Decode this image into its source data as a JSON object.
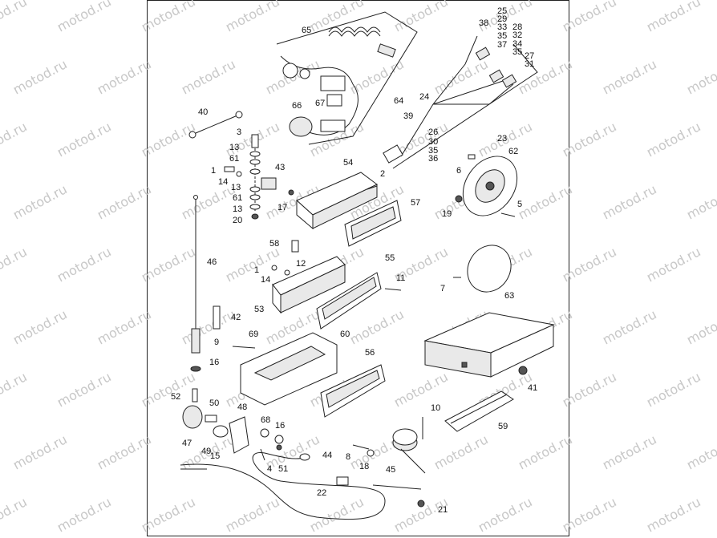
{
  "watermark": "motod.ru",
  "callouts": [
    {
      "id": "c65",
      "text": "65"
    },
    {
      "id": "c38",
      "text": "38"
    },
    {
      "id": "c25",
      "text": "25"
    },
    {
      "id": "c29",
      "text": "29"
    },
    {
      "id": "c33",
      "text": "33"
    },
    {
      "id": "c28",
      "text": "28"
    },
    {
      "id": "c35a",
      "text": "35"
    },
    {
      "id": "c32",
      "text": "32"
    },
    {
      "id": "c37",
      "text": "37"
    },
    {
      "id": "c34",
      "text": "34"
    },
    {
      "id": "c35b",
      "text": "35"
    },
    {
      "id": "c27",
      "text": "27"
    },
    {
      "id": "c31",
      "text": "31"
    },
    {
      "id": "c67",
      "text": "67"
    },
    {
      "id": "c64",
      "text": "64"
    },
    {
      "id": "c66",
      "text": "66"
    },
    {
      "id": "c24",
      "text": "24"
    },
    {
      "id": "c40",
      "text": "40"
    },
    {
      "id": "c39",
      "text": "39"
    },
    {
      "id": "c26",
      "text": "26"
    },
    {
      "id": "c23",
      "text": "23"
    },
    {
      "id": "c30",
      "text": "30"
    },
    {
      "id": "c35c",
      "text": "35"
    },
    {
      "id": "c36",
      "text": "36"
    },
    {
      "id": "c3",
      "text": "3"
    },
    {
      "id": "c13a",
      "text": "13"
    },
    {
      "id": "c61a",
      "text": "61"
    },
    {
      "id": "c1a",
      "text": "1"
    },
    {
      "id": "c14a",
      "text": "14"
    },
    {
      "id": "c13b",
      "text": "13"
    },
    {
      "id": "c61b",
      "text": "61"
    },
    {
      "id": "c13c",
      "text": "13"
    },
    {
      "id": "c20",
      "text": "20"
    },
    {
      "id": "c43",
      "text": "43"
    },
    {
      "id": "c54",
      "text": "54"
    },
    {
      "id": "c2",
      "text": "2"
    },
    {
      "id": "c17",
      "text": "17"
    },
    {
      "id": "c62",
      "text": "62"
    },
    {
      "id": "c6",
      "text": "6"
    },
    {
      "id": "c57",
      "text": "57"
    },
    {
      "id": "c19",
      "text": "19"
    },
    {
      "id": "c5",
      "text": "5"
    },
    {
      "id": "c58",
      "text": "58"
    },
    {
      "id": "c46",
      "text": "46"
    },
    {
      "id": "c12",
      "text": "12"
    },
    {
      "id": "c1b",
      "text": "1"
    },
    {
      "id": "c55",
      "text": "55"
    },
    {
      "id": "c14b",
      "text": "14"
    },
    {
      "id": "c11",
      "text": "11"
    },
    {
      "id": "c7",
      "text": "7"
    },
    {
      "id": "c53",
      "text": "53"
    },
    {
      "id": "c63",
      "text": "63"
    },
    {
      "id": "c42",
      "text": "42"
    },
    {
      "id": "c69",
      "text": "69"
    },
    {
      "id": "c60",
      "text": "60"
    },
    {
      "id": "c9",
      "text": "9"
    },
    {
      "id": "c16a",
      "text": "16"
    },
    {
      "id": "c56",
      "text": "56"
    },
    {
      "id": "c41",
      "text": "41"
    },
    {
      "id": "c52",
      "text": "52"
    },
    {
      "id": "c50",
      "text": "50"
    },
    {
      "id": "c48",
      "text": "48"
    },
    {
      "id": "c10",
      "text": "10"
    },
    {
      "id": "c68",
      "text": "68"
    },
    {
      "id": "c16b",
      "text": "16"
    },
    {
      "id": "c59",
      "text": "59"
    },
    {
      "id": "c47",
      "text": "47"
    },
    {
      "id": "c49",
      "text": "49"
    },
    {
      "id": "c15",
      "text": "15"
    },
    {
      "id": "c4",
      "text": "4"
    },
    {
      "id": "c51",
      "text": "51"
    },
    {
      "id": "c44",
      "text": "44"
    },
    {
      "id": "c8",
      "text": "8"
    },
    {
      "id": "c18",
      "text": "18"
    },
    {
      "id": "c45",
      "text": "45"
    },
    {
      "id": "c22",
      "text": "22"
    },
    {
      "id": "c21",
      "text": "21"
    }
  ]
}
